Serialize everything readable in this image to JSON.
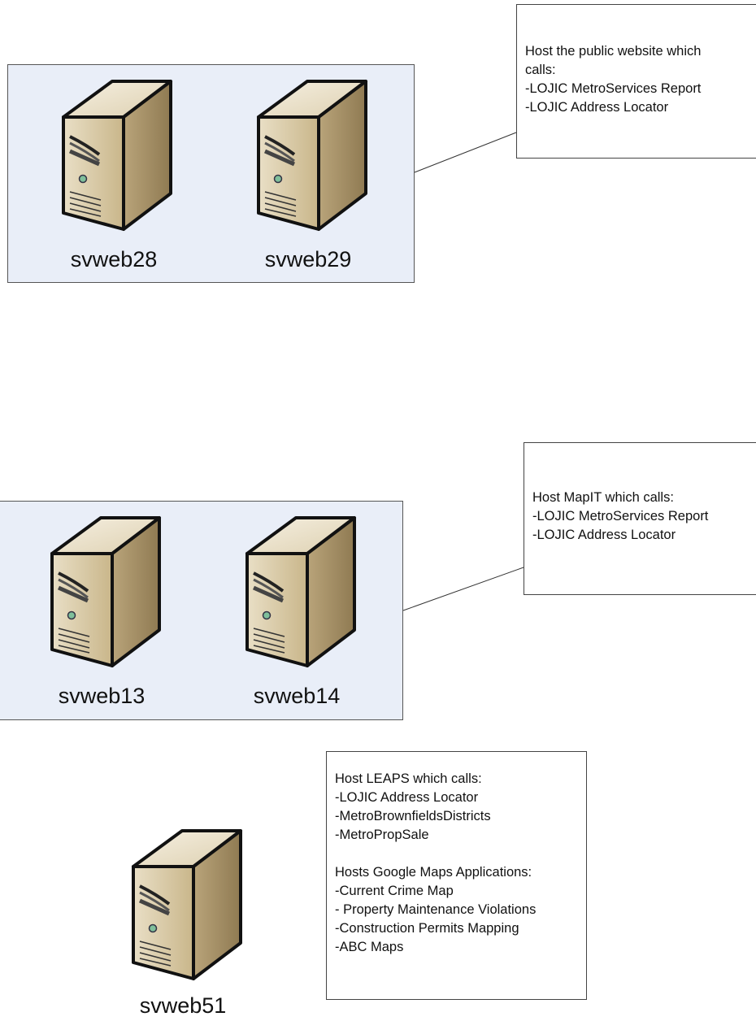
{
  "groups": {
    "top": {
      "servers": [
        "svweb28",
        "svweb29"
      ],
      "note": [
        "Host the public website which",
        "calls:",
        "-LOJIC MetroServices Report",
        "-LOJIC Address Locator"
      ]
    },
    "middle": {
      "servers": [
        "svweb13",
        "svweb14"
      ],
      "note": [
        "Host MapIT which calls:",
        "-LOJIC MetroServices Report",
        "-LOJIC Address Locator"
      ]
    },
    "bottom": {
      "servers": [
        "svweb51"
      ],
      "note": [
        "Host LEAPS which calls:",
        "-LOJIC Address Locator",
        "-MetroBrownfieldsDistricts",
        "-MetroPropSale",
        "",
        "Hosts Google Maps Applications:",
        "-Current Crime Map",
        "- Property Maintenance Violations",
        "-Construction Permits Mapping",
        "-ABC Maps"
      ]
    }
  },
  "colors": {
    "group_fill": "#e9eef8",
    "server_body": "#d9c9a3",
    "led": "#7fbf9b"
  }
}
